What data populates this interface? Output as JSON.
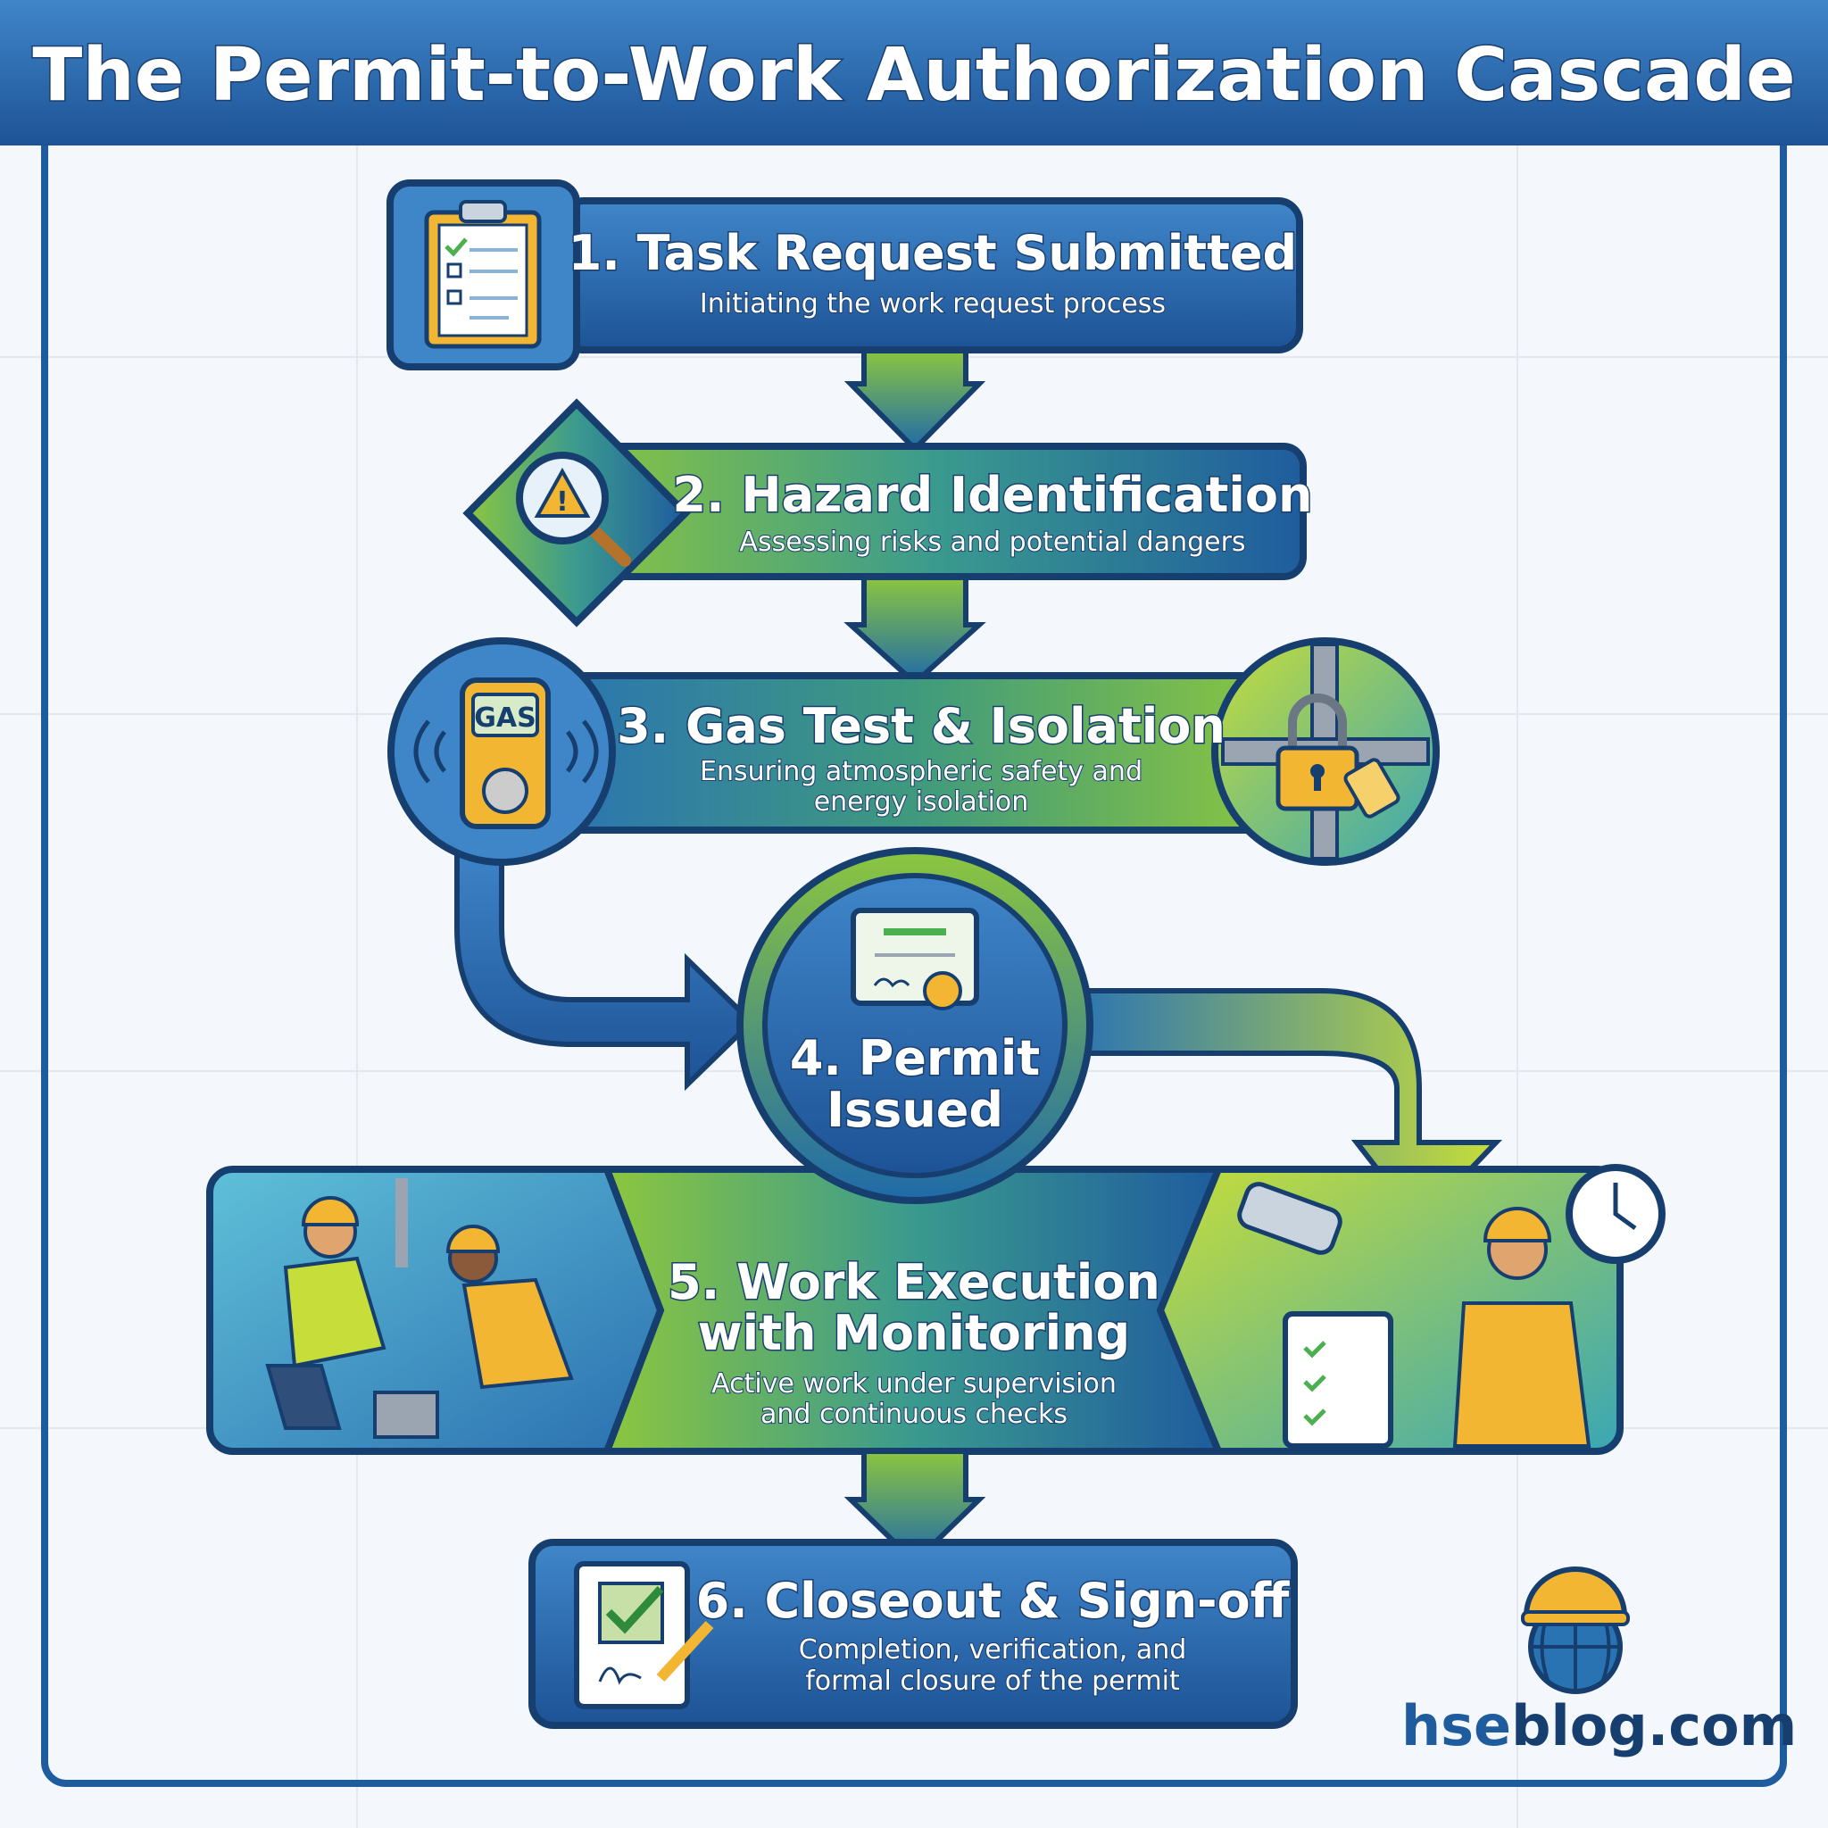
{
  "title": "The Permit-to-Work Authorization Cascade",
  "steps": [
    {
      "title": "1. Task Request Submitted",
      "subtitle": "Initiating the work request process",
      "icon": "clipboard-checklist-icon"
    },
    {
      "title": "2. Hazard Identification",
      "subtitle": "Assessing risks and potential dangers",
      "icon": "magnifier-warning-icon"
    },
    {
      "title": "3. Gas Test & Isolation",
      "subtitle_lines": [
        "Ensuring atmospheric safety and",
        "energy isolation"
      ],
      "icon": "gas-detector-icon",
      "icon2": "padlock-tag-icon",
      "gas_label": "GAS"
    },
    {
      "title_lines": [
        "4. Permit",
        "Issued"
      ],
      "icon": "certificate-icon"
    },
    {
      "title_lines": [
        "5. Work Execution",
        "with Monitoring"
      ],
      "subtitle_lines": [
        "Active work under supervision",
        "and continuous checks"
      ],
      "icon": "workers-icon",
      "icon2": "supervisor-monitoring-icon"
    },
    {
      "title": "6. Closeout & Sign-off",
      "subtitle_lines": [
        "Completion, verification, and",
        "formal closure of the permit"
      ],
      "icon": "signed-checklist-icon"
    }
  ],
  "logo": {
    "part1": "hse",
    "part2": "blog.com"
  },
  "colors": {
    "blue": "#1f5c9e",
    "navy": "#163e6e",
    "green": "#8cc63f",
    "teal": "#3a9a8e",
    "yellow": "#f2b632"
  }
}
